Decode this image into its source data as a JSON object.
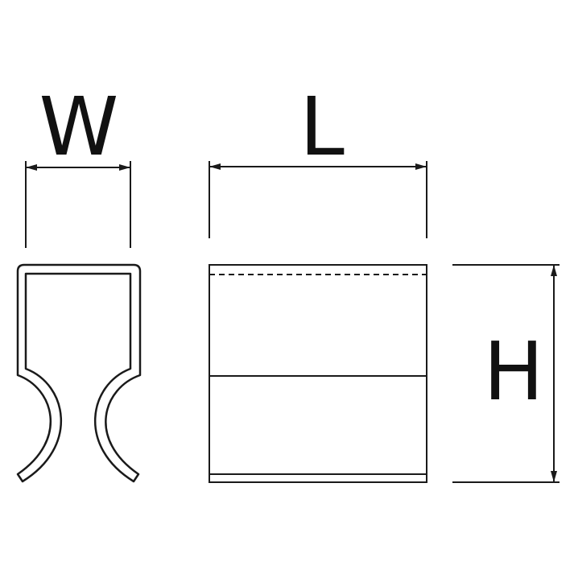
{
  "labels": {
    "width": "W",
    "length": "L",
    "height": "H"
  },
  "colors": {
    "line": "#1a1a1a",
    "background": "#ffffff"
  }
}
